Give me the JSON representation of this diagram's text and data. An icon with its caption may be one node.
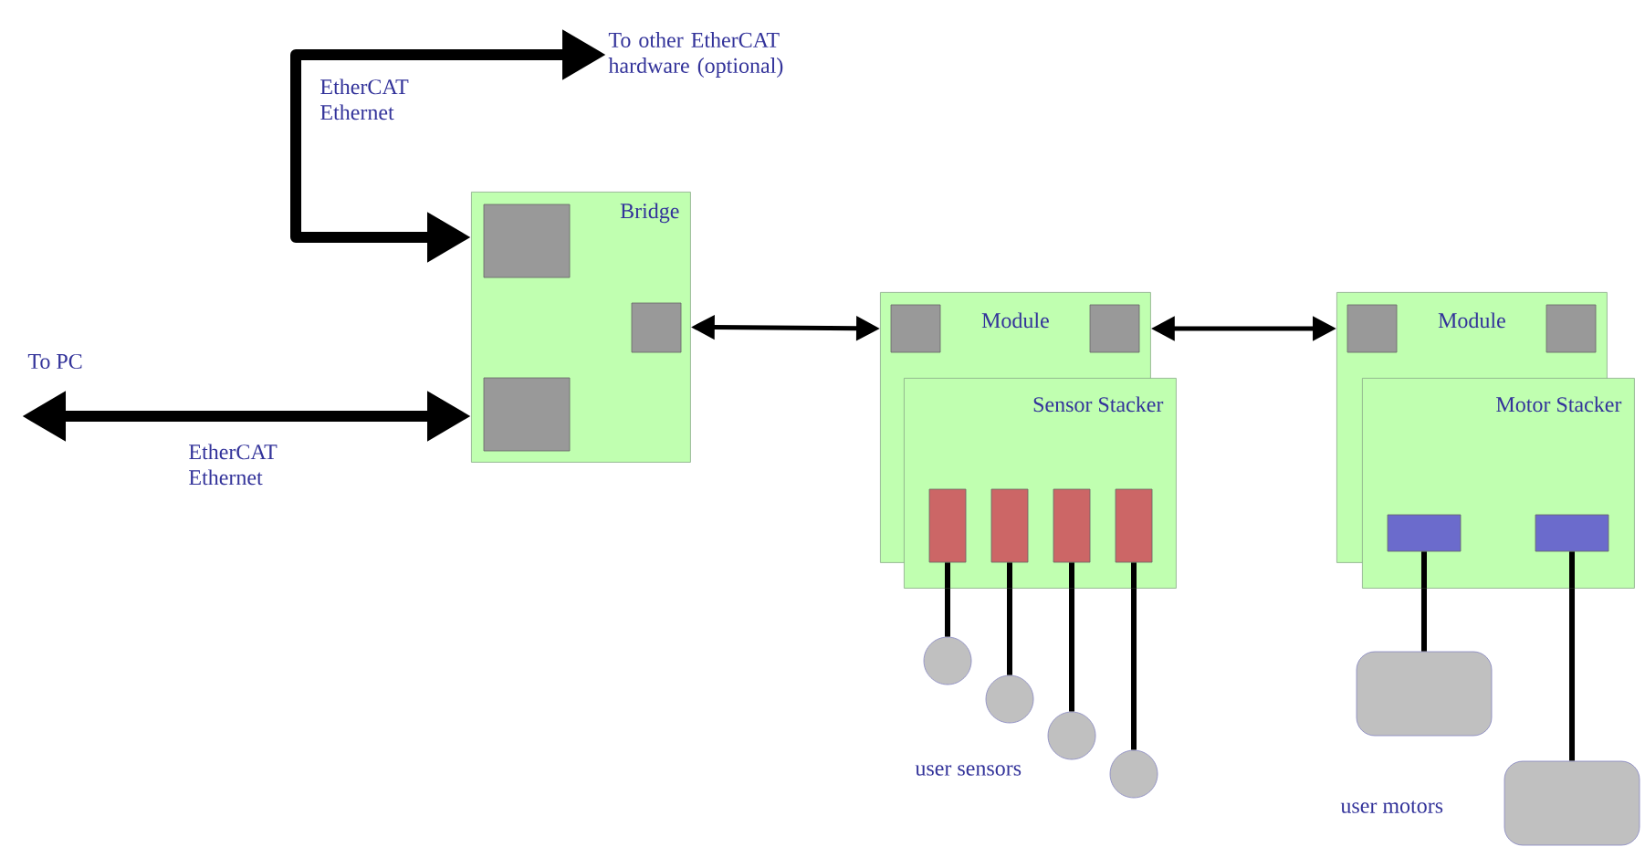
{
  "diagram": {
    "nodes": [
      {
        "text": [
          "To other EtherCAT hardware (optional)"
        ]
      },
      {
        "text": [
          "Bridge"
        ]
      },
      {
        "text": [],
        "shape": "box",
        "in": 1
      },
      {
        "text": [],
        "shape": "box",
        "in": 1
      },
      {
        "text": [],
        "shape": "box",
        "in": 1
      },
      {
        "text": [
          "Module"
        ]
      },
      {
        "text": [],
        "shape": "box",
        "in": 5
      },
      {
        "text": [],
        "shape": "box",
        "in": 5
      },
      {
        "text": [
          "Sensor Stacker"
        ]
      },
      {
        "text": [],
        "shape": "box"
      },
      {
        "text": [],
        "shape": "box"
      },
      {
        "text": [],
        "shape": "box"
      },
      {
        "text": [],
        "shape": "box"
      },
      {
        "text": [],
        "shape": "circle"
      },
      {
        "text": [],
        "shape": "circle"
      },
      {
        "text": [],
        "shape": "circle"
      },
      {
        "text": [],
        "shape": "circle"
      },
      {
        "text": [
          "Module"
        ]
      },
      {
        "text": [],
        "shape": "box",
        "in": 17
      },
      {
        "text": [],
        "shape": "box",
        "in": 17
      },
      {
        "text": [
          "Motor Stacker"
        ]
      },
      {
        "text": [],
        "shape": "box",
        "in": 20
      },
      {
        "text": [],
        "shape": "box",
        "in": 20
      },
      {
        "text": [],
        "shape": "box"
      },
      {
        "text": [],
        "shape": "box"
      }
    ],
    "edges": [
      {
        "from": 1,
        "to": 0,
        "arrow": "both",
        "label": "EtherCAT Ethernet",
        "style": "thick"
      },
      {
        "from": null,
        "to": 1,
        "arrow": "both",
        "label": "EtherCAT Ethernet",
        "style": "thick"
      },
      {
        "from": 1,
        "to": 5,
        "arrow": "both"
      },
      {
        "from": 5,
        "to": 17,
        "arrow": "both"
      },
      {
        "from": 9,
        "to": 13,
        "arrow": "none"
      },
      {
        "from": 10,
        "to": 14,
        "arrow": "none"
      },
      {
        "from": 11,
        "to": 15,
        "arrow": "none"
      },
      {
        "from": 12,
        "to": 16,
        "arrow": "none"
      },
      {
        "from": 21,
        "to": 23,
        "arrow": "none"
      },
      {
        "from": 22,
        "to": 24,
        "arrow": "none"
      }
    ],
    "labels": [
      "To PC",
      "user sensors",
      "user motors"
    ]
  }
}
